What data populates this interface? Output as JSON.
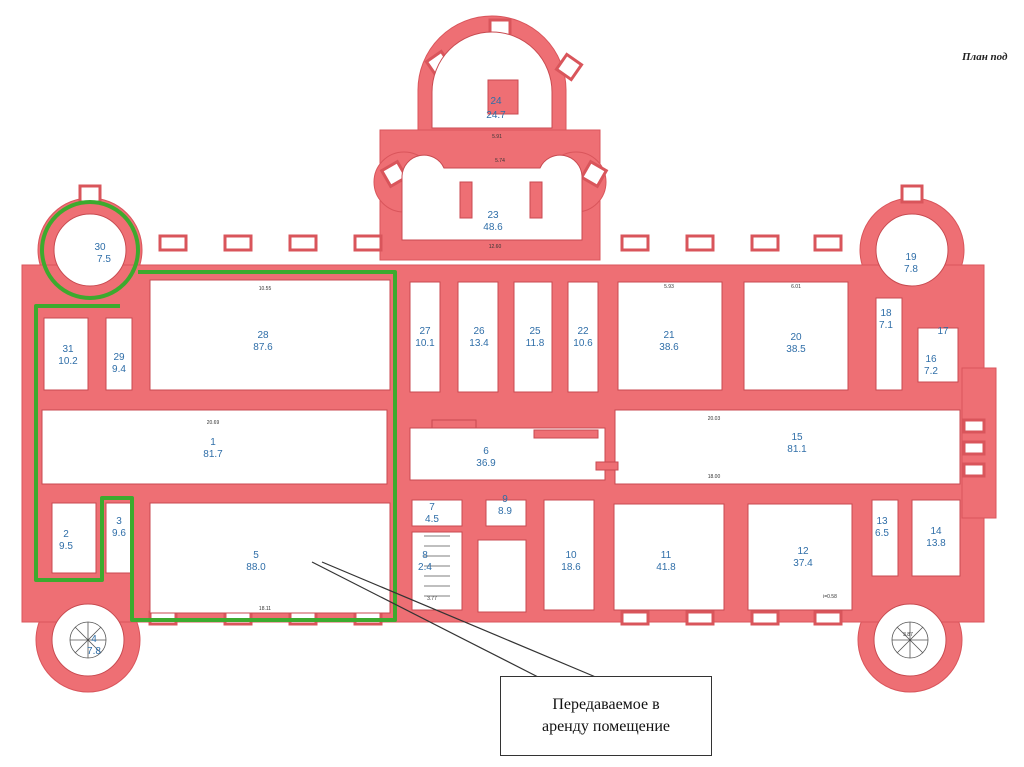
{
  "title": "План под",
  "callout": "Передаваемое в\nаренду помещение",
  "colors": {
    "wall": "#ee6f74",
    "room": "#ffffff",
    "highlight": "#3daa2e",
    "label": "#2f6ea8"
  },
  "rooms": [
    {
      "num": "1",
      "area": "81.7"
    },
    {
      "num": "2",
      "area": "9.5"
    },
    {
      "num": "3",
      "area": "9.6"
    },
    {
      "num": "4",
      "area": "7.8"
    },
    {
      "num": "5",
      "area": "88.0"
    },
    {
      "num": "6",
      "area": "36.9"
    },
    {
      "num": "7",
      "area": "4.5"
    },
    {
      "num": "8",
      "area": "2.4"
    },
    {
      "num": "9",
      "area": "8.9"
    },
    {
      "num": "10",
      "area": "18.6"
    },
    {
      "num": "11",
      "area": "41.8"
    },
    {
      "num": "12",
      "area": "37.4"
    },
    {
      "num": "13",
      "area": "6.5"
    },
    {
      "num": "14",
      "area": "13.8"
    },
    {
      "num": "15",
      "area": "81.1"
    },
    {
      "num": "16",
      "area": "7.2"
    },
    {
      "num": "17",
      "area": ""
    },
    {
      "num": "18",
      "area": "7.1"
    },
    {
      "num": "19",
      "area": "7.8"
    },
    {
      "num": "20",
      "area": "38.5"
    },
    {
      "num": "21",
      "area": "38.6"
    },
    {
      "num": "22",
      "area": "10.6"
    },
    {
      "num": "23",
      "area": "48.6"
    },
    {
      "num": "24",
      "area": "24.7"
    },
    {
      "num": "25",
      "area": "11.8"
    },
    {
      "num": "26",
      "area": "13.4"
    },
    {
      "num": "27",
      "area": "10.1"
    },
    {
      "num": "28",
      "area": "87.6"
    },
    {
      "num": "29",
      "area": "9.4"
    },
    {
      "num": "30",
      "area": "7.5"
    },
    {
      "num": "31",
      "area": "10.2"
    }
  ],
  "dimensions": [
    "20.69",
    "12.60",
    "10.55",
    "5.74",
    "5.91",
    "20.03",
    "18.00",
    "5.93",
    "6.01",
    "18.11",
    "3.77",
    "3.87"
  ],
  "note": "i=0.58"
}
